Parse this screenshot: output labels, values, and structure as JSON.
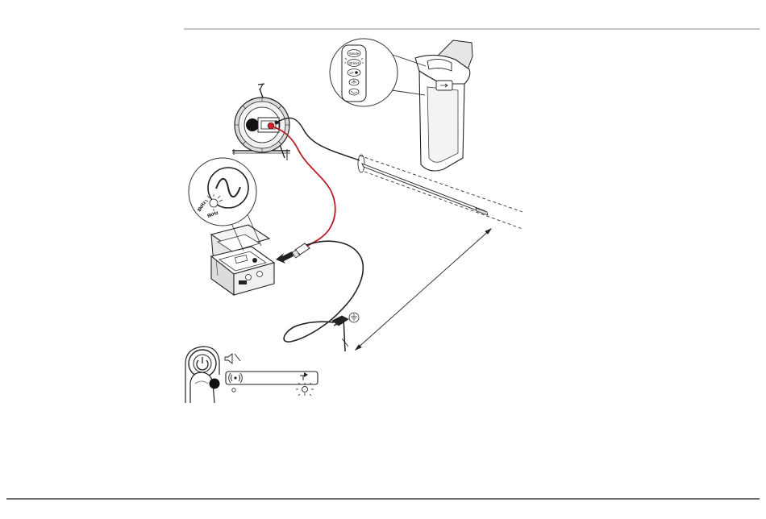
{
  "signal_generator": {
    "frequency_labels": [
      "8kHz",
      "8kHz",
      "Hz"
    ]
  },
  "locator": {
    "keypad_labels": [
      "Sonde",
      "33 kHz",
      "LF"
    ]
  },
  "power_panel": {
    "icon_names": [
      "power-icon",
      "volume-icon",
      "signal-icon",
      "led-icon"
    ]
  },
  "colors": {
    "line": "#1a1a1a",
    "red_lead": "#d0202a",
    "ground_lead": "#222222",
    "frame_fill": "#ffffff",
    "shade": "#cfcfcf"
  }
}
